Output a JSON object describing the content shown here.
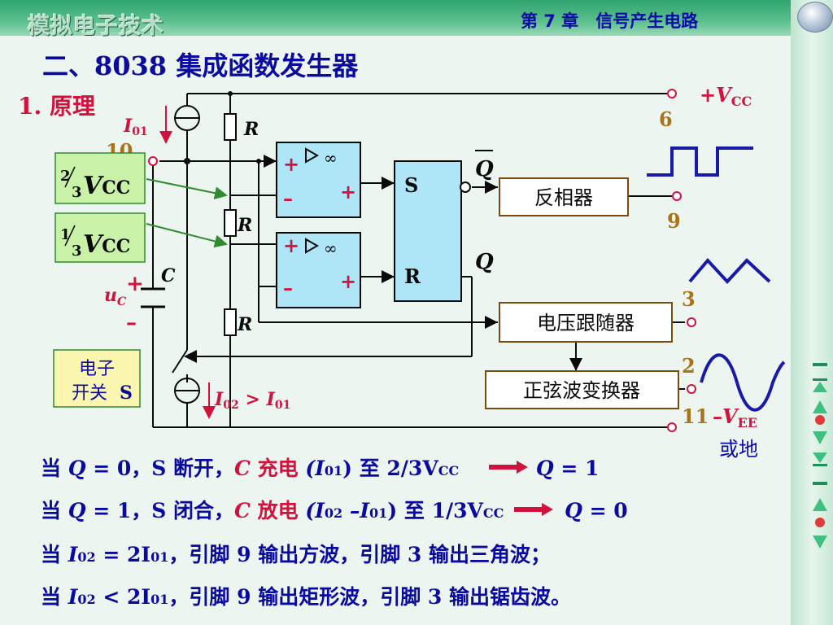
{
  "header": {
    "course_title": "模拟电子技术",
    "chapter": "第 7 章　信号产生电路"
  },
  "slide": {
    "title": "二、8038 集成函数发生器",
    "subtitle": "1. 原理"
  },
  "circuit": {
    "i01": {
      "letter": "I",
      "sub": "01"
    },
    "i02": {
      "letter": "I",
      "sub": "02",
      "rel": " > ",
      "rhs_letter": "I",
      "rhs_sub": "01"
    },
    "resistor_label": "R",
    "cap_label": "C",
    "uc": {
      "letter": "u",
      "sub": "C"
    },
    "plus": "+",
    "minus": "–",
    "two_thirds": {
      "num": "2",
      "den": "3",
      "v": "V",
      "sub": "CC"
    },
    "one_third": {
      "num": "1",
      "den": "3",
      "v": "V",
      "sub": "CC"
    },
    "comparator_infinity": "∞",
    "ff_s": "S",
    "ff_r": "R",
    "q": "Q",
    "q_bar": "Q",
    "vcc": {
      "prefix": "+",
      "letter": "V",
      "sub": "CC"
    },
    "vee": {
      "prefix": "–",
      "letter": "V",
      "sub": "EE"
    },
    "vee_note": "或地",
    "pins": {
      "p6": "6",
      "p9": "9",
      "p10": "10",
      "p3": "3",
      "p2": "2",
      "p11": "11"
    },
    "switch_box": {
      "line1": "电子",
      "line2": "开关",
      "s": "S"
    },
    "blocks": {
      "inverter": "反相器",
      "follower": "电压跟随器",
      "sine": "正弦波变换器"
    }
  },
  "statements": [
    {
      "pre": "当 ",
      "q": "Q",
      "eq": " = 0，S 断开，",
      "c": "C",
      "act": " 充电 ",
      "cur": "(I",
      "cur_sub": "01",
      "cur_end": ")",
      "to": " 至 2/3V",
      "to_sub": "CC",
      "res": "Q",
      "res_eq": " = 1"
    },
    {
      "pre": "当 ",
      "q": "Q",
      "eq": " = 1，S 闭合，",
      "c": "C",
      "act": " 放电 ",
      "cur": "(I",
      "cur_sub": "02",
      "cur_mid": " –I",
      "cur_sub2": "01",
      "cur_end": ")",
      "to": " 至 1/3V",
      "to_sub": "CC",
      "res": "Q",
      "res_eq": " = 0"
    },
    {
      "pre": "当 ",
      "i": "I",
      "i_sub": "02",
      "cmp": " = 2I",
      "cmp_sub": "01",
      "rest": "，引脚 9 输出方波，引脚 3 输出三角波；"
    },
    {
      "pre": "当 ",
      "i": "I",
      "i_sub": "02",
      "cmp": " < 2I",
      "cmp_sub": "01",
      "rest": "，引脚 9 输出矩形波，引脚 3 输出锯齿波。"
    }
  ],
  "colors": {
    "wire": "#0a0a0a",
    "accent_red": "#d2123c",
    "text_blue": "#0a0a9e",
    "pin_number": "#a8741a",
    "comparator_fill": "#aee5f7",
    "block_border": "#7a4a10",
    "label_box_fill": "#c9f2a8",
    "switch_box_fill": "#fbf6b0",
    "wave_stroke": "#1a1aa8",
    "green_arrow": "#2e8b2e"
  },
  "nav_icons": [
    "nav-bar-icon",
    "nav-first-icon",
    "nav-prev-icon",
    "nav-dot-icon",
    "nav-next-icon",
    "nav-last-icon",
    "nav-bar-icon",
    "nav-up-icon",
    "nav-dot-icon",
    "nav-down-icon"
  ]
}
